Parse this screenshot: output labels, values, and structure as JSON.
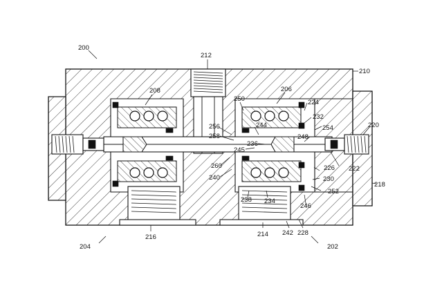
{
  "figure": {
    "labels": {
      "l200": "200",
      "l202": "202",
      "l204": "204",
      "l206": "206",
      "l208": "208",
      "l210": "210",
      "l212": "212",
      "l214": "214",
      "l216": "216",
      "l218": "218",
      "l220": "220",
      "l222": "222",
      "l224": "224",
      "l226": "226",
      "l228": "228",
      "l230": "230",
      "l232": "232",
      "l234": "234",
      "l236": "236",
      "l238": "238",
      "l240": "240",
      "l242": "242",
      "l244": "244",
      "l245": "245",
      "l246": "246",
      "l248": "248",
      "l250": "250",
      "l252": "252",
      "l254": "254",
      "l256": "256",
      "l258": "258",
      "l260": "260"
    }
  }
}
